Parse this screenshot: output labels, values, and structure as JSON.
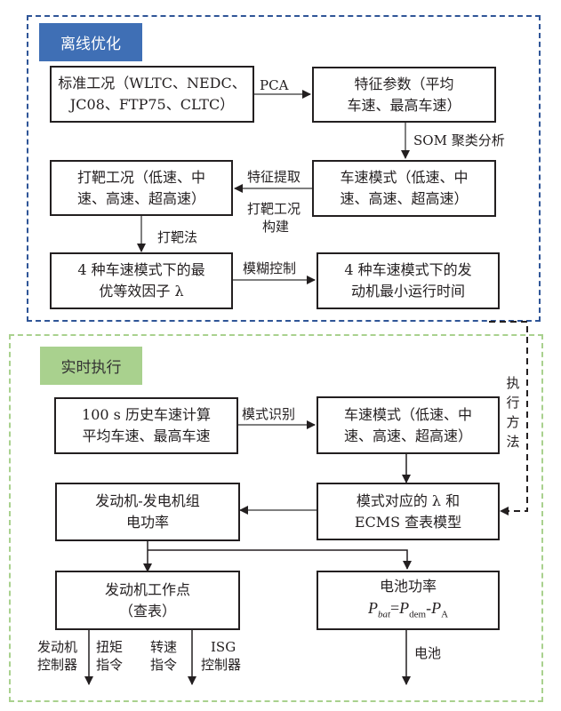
{
  "regions": {
    "offline": {
      "label": "离线优化",
      "border_color": "#2f5597",
      "tag_color": "#3f6fb5"
    },
    "realtime": {
      "label": "实时执行",
      "border_color": "#a9d18e",
      "tag_color": "#a9d18e"
    }
  },
  "offline": {
    "standard_cycles": {
      "line1": "标准工况（WLTC、NEDC、",
      "line2": "JC08、FTP75、CLTC）"
    },
    "feature_params": {
      "line1": "特征参数（平均",
      "line2": "车速、最高车速）"
    },
    "speed_modes": {
      "line1": "车速模式（低速、中",
      "line2": "速、高速、超高速）"
    },
    "target_cycles": {
      "line1": "打靶工况（低速、中",
      "line2": "速、高速、超高速）"
    },
    "optimal_factor": {
      "line1": "4 种车速模式下的最",
      "line2": "优等效因子 λ"
    },
    "min_runtime": {
      "line1": "4 种车速模式下的发",
      "line2": "动机最小运行时间"
    }
  },
  "offline_edges": {
    "pca": "PCA",
    "som": "SOM 聚类分析",
    "feature_extract": "特征提取",
    "target_build_line1": "打靶工况",
    "target_build_line2": "构建",
    "shooting_method": "打靶法",
    "fuzzy_control": "模糊控制"
  },
  "realtime": {
    "history_speed": {
      "line1": "100 s 历史车速计算",
      "line2": "平均车速、最高车速"
    },
    "speed_modes": {
      "line1": "车速模式（低速、中",
      "line2": "速、高速、超高速）"
    },
    "lookup_model": {
      "line1": "模式对应的 λ 和",
      "line2": "ECMS 查表模型"
    },
    "genset_power": {
      "line1": "发动机-发电机组",
      "line2": "电功率"
    },
    "engine_point": {
      "line1": "发动机工作点",
      "line2": "（查表）"
    },
    "battery_power": {
      "line1": "电池功率",
      "formula_P": "P",
      "formula_bat": "bat",
      "formula_eq": "=",
      "formula_dem": "dem",
      "formula_minus": "-",
      "formula_A": "A"
    }
  },
  "realtime_edges": {
    "mode_recognition": "模式识别",
    "execution_method": [
      "执",
      "行",
      "方",
      "法"
    ],
    "engine_controller_line1": "发动机",
    "engine_controller_line2": "控制器",
    "torque_cmd_line1": "扭矩",
    "torque_cmd_line2": "指令",
    "speed_cmd_line1": "转速",
    "speed_cmd_line2": "指令",
    "isg_controller_line1": "ISG",
    "isg_controller_line2": "控制器",
    "battery": "电池"
  }
}
